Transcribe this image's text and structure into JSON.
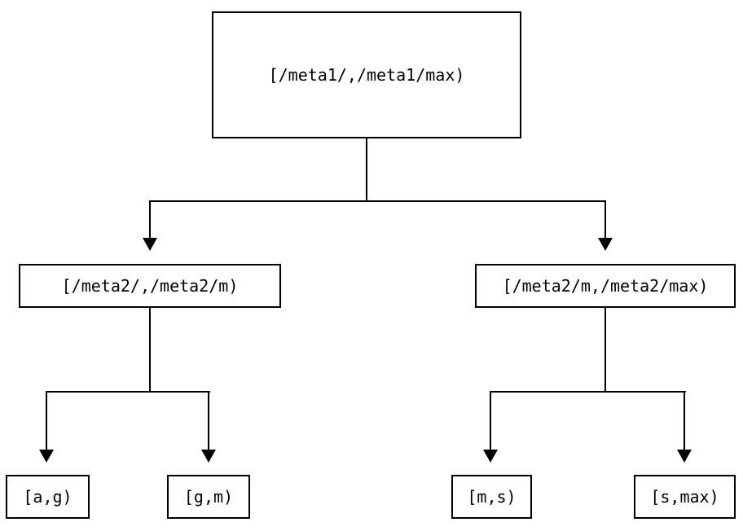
{
  "diagram": {
    "type": "binary-partition-tree",
    "background_color": "#ffffff",
    "line_color": "#000000",
    "nodes": {
      "root": {
        "label": "[/meta1/,/meta1/max)"
      },
      "left": {
        "label": "[/meta2/,/meta2/m)"
      },
      "right": {
        "label": "[/meta2/m,/meta2/max)"
      },
      "leaf_ag": {
        "label": "[a,g)"
      },
      "leaf_gm": {
        "label": "[g,m)"
      },
      "leaf_ms": {
        "label": "[m,s)"
      },
      "leaf_smax": {
        "label": "[s,max)"
      }
    },
    "edges": [
      {
        "from": "root",
        "to": "left"
      },
      {
        "from": "root",
        "to": "right"
      },
      {
        "from": "left",
        "to": "leaf_ag"
      },
      {
        "from": "left",
        "to": "leaf_gm"
      },
      {
        "from": "right",
        "to": "leaf_ms"
      },
      {
        "from": "right",
        "to": "leaf_smax"
      }
    ]
  }
}
